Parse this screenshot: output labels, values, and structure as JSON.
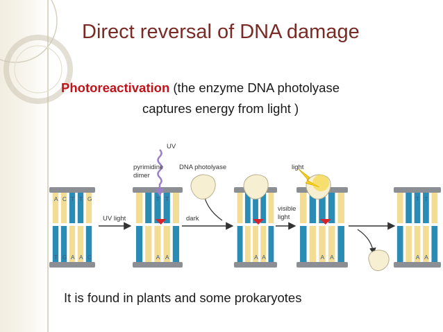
{
  "slide": {
    "title": "Direct reversal of DNA damage",
    "line1_key": "Photoreactivation",
    "line1_rest": " (the enzyme DNA photolyase",
    "line2": "captures energy from light )",
    "bottom": "It is found in plants and some prokaryotes"
  },
  "diagram": {
    "labels": {
      "uv": "UV",
      "pyrimidine": "pyrimidine",
      "dimer": "dimer",
      "dna_photolyase": "DNA photolyase",
      "light": "light",
      "uv_light": "UV light",
      "dark": "dark",
      "visible": "visible",
      "light2": "light"
    },
    "bases": {
      "s1_top": [
        "A",
        "C",
        "T",
        "T",
        "G"
      ],
      "s1_bottom": [
        "T",
        "G",
        "A",
        "A",
        "C"
      ],
      "s2_top": [
        "T",
        "T"
      ],
      "s2_bottom": [
        "A",
        "A"
      ],
      "s3_bottom": [
        "A",
        "A"
      ],
      "s4_bottom": [
        "A",
        "A"
      ],
      "s5_top": [
        "T",
        "T"
      ],
      "s5_bottom": [
        "A",
        "A"
      ]
    },
    "colors": {
      "strand_dark": "#2a8bb5",
      "strand_light": "#f3dd94",
      "rail": "#8b8f94",
      "enzyme": "#f6efd2",
      "lightning": "#f5d21c",
      "uv": "#9b7fc9"
    }
  }
}
